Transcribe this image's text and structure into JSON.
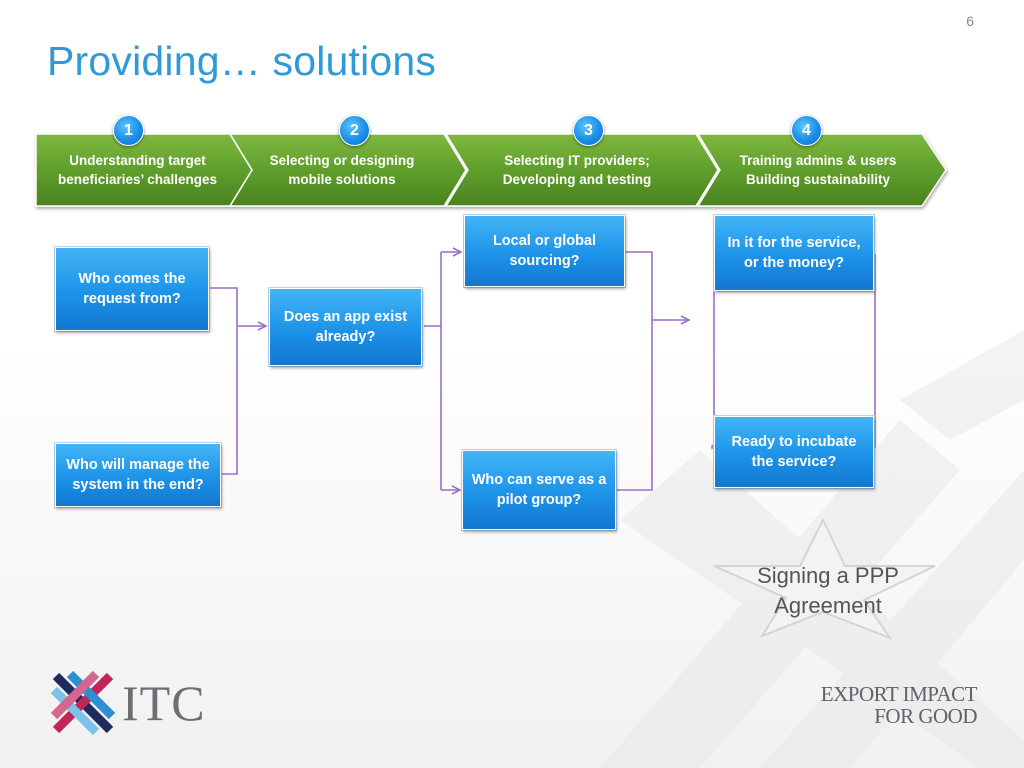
{
  "slide": {
    "number": "6",
    "title": "Providing… solutions"
  },
  "steps": [
    {
      "number": "1",
      "line1": "Understanding target",
      "line2": "beneficiaries’ challenges"
    },
    {
      "number": "2",
      "line1": "Selecting or designing",
      "line2": "mobile solutions"
    },
    {
      "number": "3",
      "line1": "Selecting IT providers;",
      "line2": "Developing and testing"
    },
    {
      "number": "4",
      "line1": "Training admins & users",
      "line2": "Building sustainability"
    }
  ],
  "boxes": {
    "who_comes": "Who comes the request from?",
    "who_manage": "Who will manage the system in the end?",
    "app_exists": "Does an app exist already?",
    "local_global": "Local or global sourcing?",
    "pilot_group": "Who can serve as a pilot group?",
    "in_it_for": "In it for the service, or the money?",
    "ready_incubate": "Ready to incubate the service?"
  },
  "ppp": {
    "line1": "Signing a PPP",
    "line2": "Agreement"
  },
  "logo": {
    "name": "ITC"
  },
  "tagline": {
    "line1": "EXPORT IMPACT",
    "line2": "FOR GOOD"
  },
  "colors": {
    "title": "#2f9bd6",
    "chevron_green": "#5f9e2c",
    "box_blue": "#1d93e8",
    "connector": "#9a6fc6"
  }
}
